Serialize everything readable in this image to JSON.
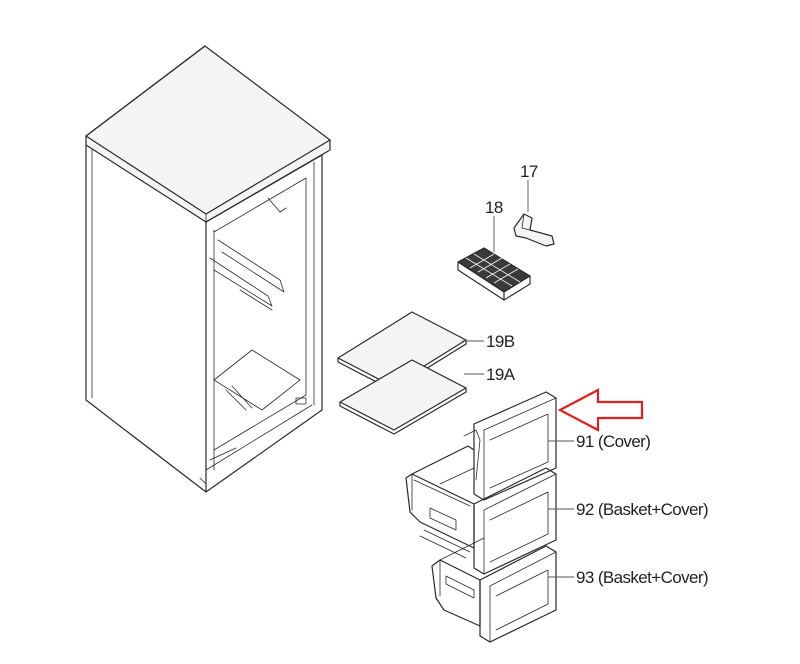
{
  "labels": {
    "p17": "17",
    "p18": "18",
    "p19b": "19B",
    "p19a": "19A",
    "p91": "91 (Cover)",
    "p92": "92 (Basket+Cover)",
    "p93": "93 (Basket+Cover)"
  },
  "colors": {
    "line": "#2a2a2a",
    "highlight_arrow": "#e02020",
    "background": "#ffffff"
  }
}
